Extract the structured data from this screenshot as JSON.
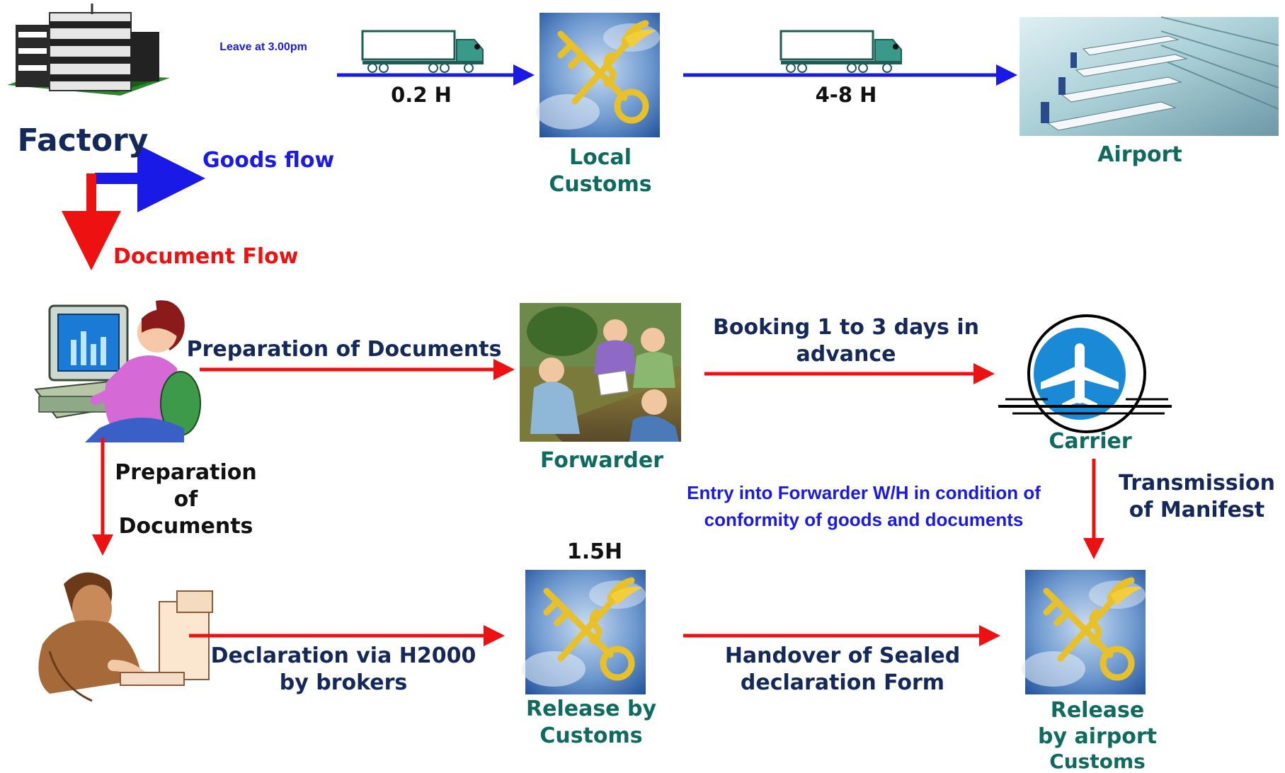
{
  "colors": {
    "goods_flow": "#1a1ae6",
    "document_flow": "#ee1111",
    "node_label": "#0f6b60",
    "edge_label": "#14285a",
    "factory_label": "#14285a"
  },
  "nodes": {
    "factory": {
      "label": "Factory",
      "icon": "factory-building-icon"
    },
    "local_customs": {
      "label_line1": "Local",
      "label_line2": "Customs",
      "icon": "customs-key-emblem-icon"
    },
    "airport": {
      "label": "Airport",
      "icon": "airport-photo-icon"
    },
    "exporter": {
      "icon": "woman-at-computer-icon"
    },
    "forwarder": {
      "label": "Forwarder",
      "icon": "business-meeting-icon"
    },
    "carrier": {
      "label": "Carrier",
      "icon": "airplane-logo-icon"
    },
    "broker": {
      "icon": "man-at-computer-icon"
    },
    "release_customs": {
      "label_line1": "Release by",
      "label_line2": "Customs",
      "time": "1.5H",
      "icon": "customs-key-emblem-icon"
    },
    "airport_customs": {
      "label_line1": "Release",
      "label_line2": "by airport",
      "label_line3": "Customs",
      "icon": "customs-key-emblem-icon"
    }
  },
  "legend": {
    "goods_flow": "Goods flow",
    "document_flow": "Document Flow"
  },
  "edges": {
    "leave_time": "Leave at 3.00pm",
    "factory_to_customs_time": "0.2 H",
    "customs_to_airport_time": "4-8 H",
    "prep_docs_horizontal": "Preparation of Documents",
    "booking_line1": "Booking 1 to 3 days in",
    "booking_line2": "advance",
    "prep_docs_v_line1": "Preparation",
    "prep_docs_v_line2": "of",
    "prep_docs_v_line3": "Documents",
    "entry_note_line1": "Entry into Forwarder W/H  in condition of",
    "entry_note_line2": "conformity of goods and documents",
    "transmission_line1": "Transmission",
    "transmission_line2": "of Manifest",
    "declaration_line1": "Declaration via H2000",
    "declaration_line2": "by brokers",
    "handover_line1": "Handover of Sealed",
    "handover_line2": "declaration Form"
  }
}
